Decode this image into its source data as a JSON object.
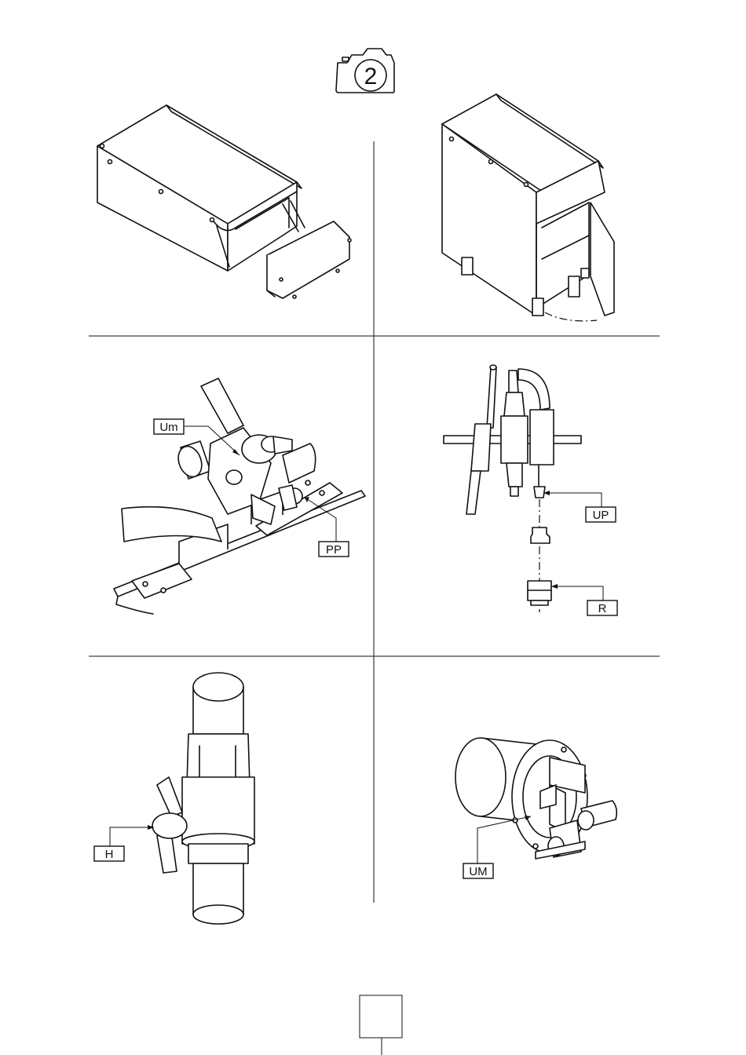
{
  "header": {
    "step_number": "2",
    "icon": "camera-icon"
  },
  "labels": {
    "um_small": "Um",
    "pp": "PP",
    "up": "UP",
    "r": "R",
    "h": "H",
    "um_caps": "UM"
  },
  "footer": {
    "page_box": ""
  }
}
